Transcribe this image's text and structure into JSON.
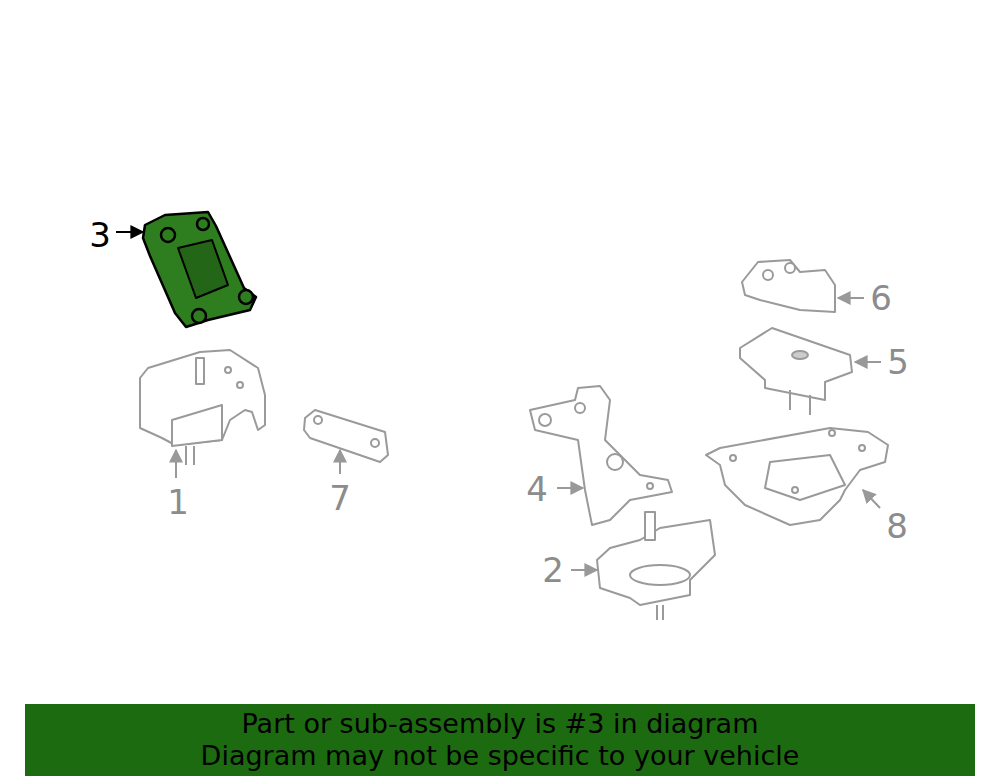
{
  "diagram": {
    "nodes": [
      {
        "text": [
          "Part or sub-assembly is #3 in diagram",
          "Diagram may not be specific to your vehicle"
        ]
      }
    ],
    "labels": [
      "3",
      "6",
      "5",
      "1",
      "7",
      "4",
      "8",
      "2"
    ]
  }
}
